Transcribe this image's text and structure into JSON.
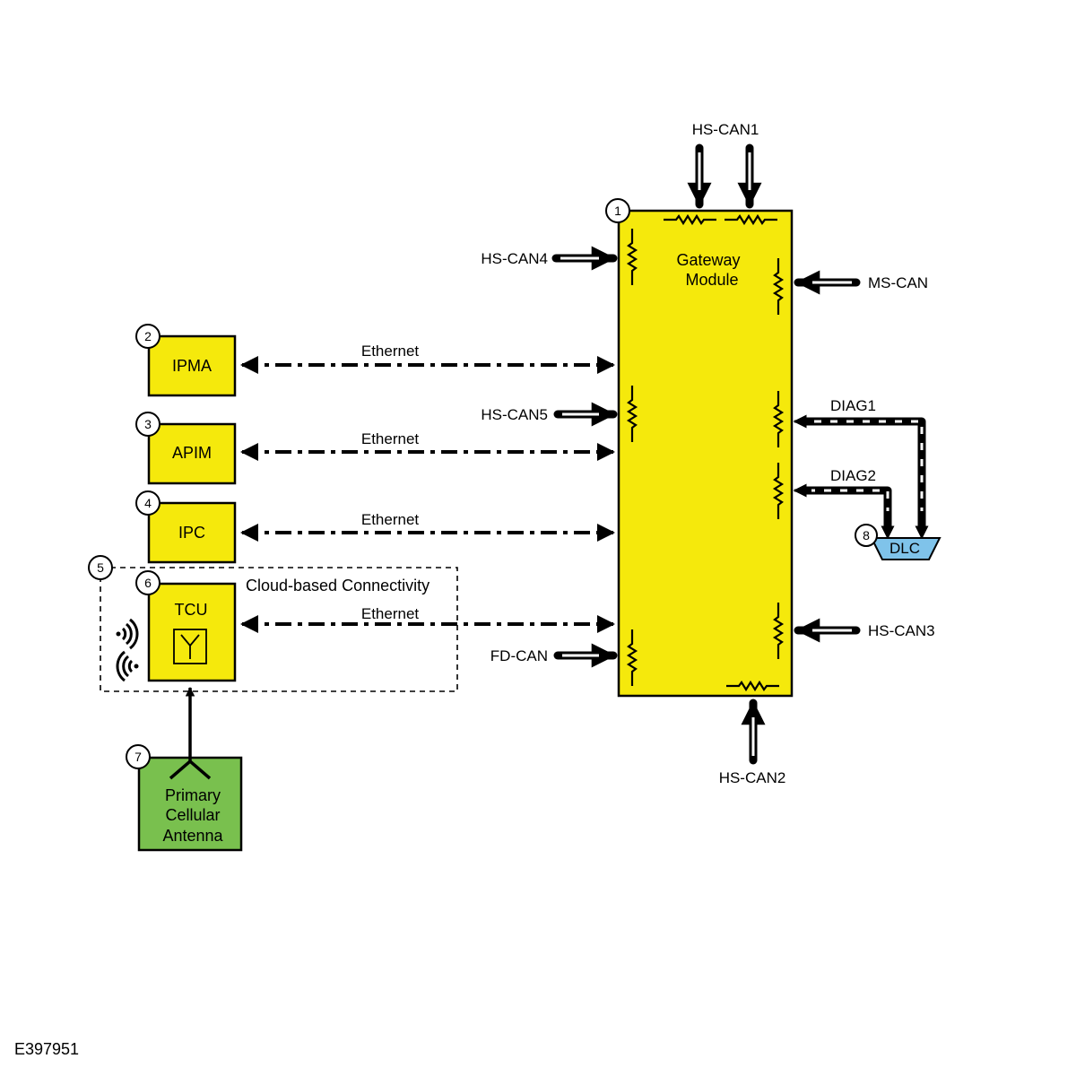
{
  "colors": {
    "module_fill": "#f5e90c",
    "antenna_fill": "#79c04e",
    "dlc_fill": "#7fc3ea",
    "stroke": "#000000"
  },
  "modules": {
    "gateway": {
      "num": "1",
      "line1": "Gateway",
      "line2": "Module"
    },
    "ipma": {
      "num": "2",
      "label": "IPMA"
    },
    "apim": {
      "num": "3",
      "label": "APIM"
    },
    "ipc": {
      "num": "4",
      "label": "IPC"
    },
    "cloud": {
      "num": "5",
      "label": "Cloud-based Connectivity"
    },
    "tcu": {
      "num": "6",
      "label": "TCU"
    },
    "antenna": {
      "num": "7",
      "line1": "Primary",
      "line2": "Cellular",
      "line3": "Antenna"
    },
    "dlc": {
      "num": "8",
      "label": "DLC"
    }
  },
  "links": {
    "ipma_ethernet": "Ethernet",
    "apim_ethernet": "Ethernet",
    "ipc_ethernet": "Ethernet",
    "tcu_ethernet": "Ethernet"
  },
  "buses": {
    "hs_can1": "HS-CAN1",
    "hs_can2": "HS-CAN2",
    "hs_can3": "HS-CAN3",
    "hs_can4": "HS-CAN4",
    "hs_can5": "HS-CAN5",
    "ms_can": "MS-CAN",
    "fd_can": "FD-CAN",
    "diag1": "DIAG1",
    "diag2": "DIAG2"
  },
  "figure_id": "E397951",
  "icons": [
    "resistor-icon",
    "antenna-icon",
    "wireless-signal-icon",
    "arrow-icon"
  ]
}
